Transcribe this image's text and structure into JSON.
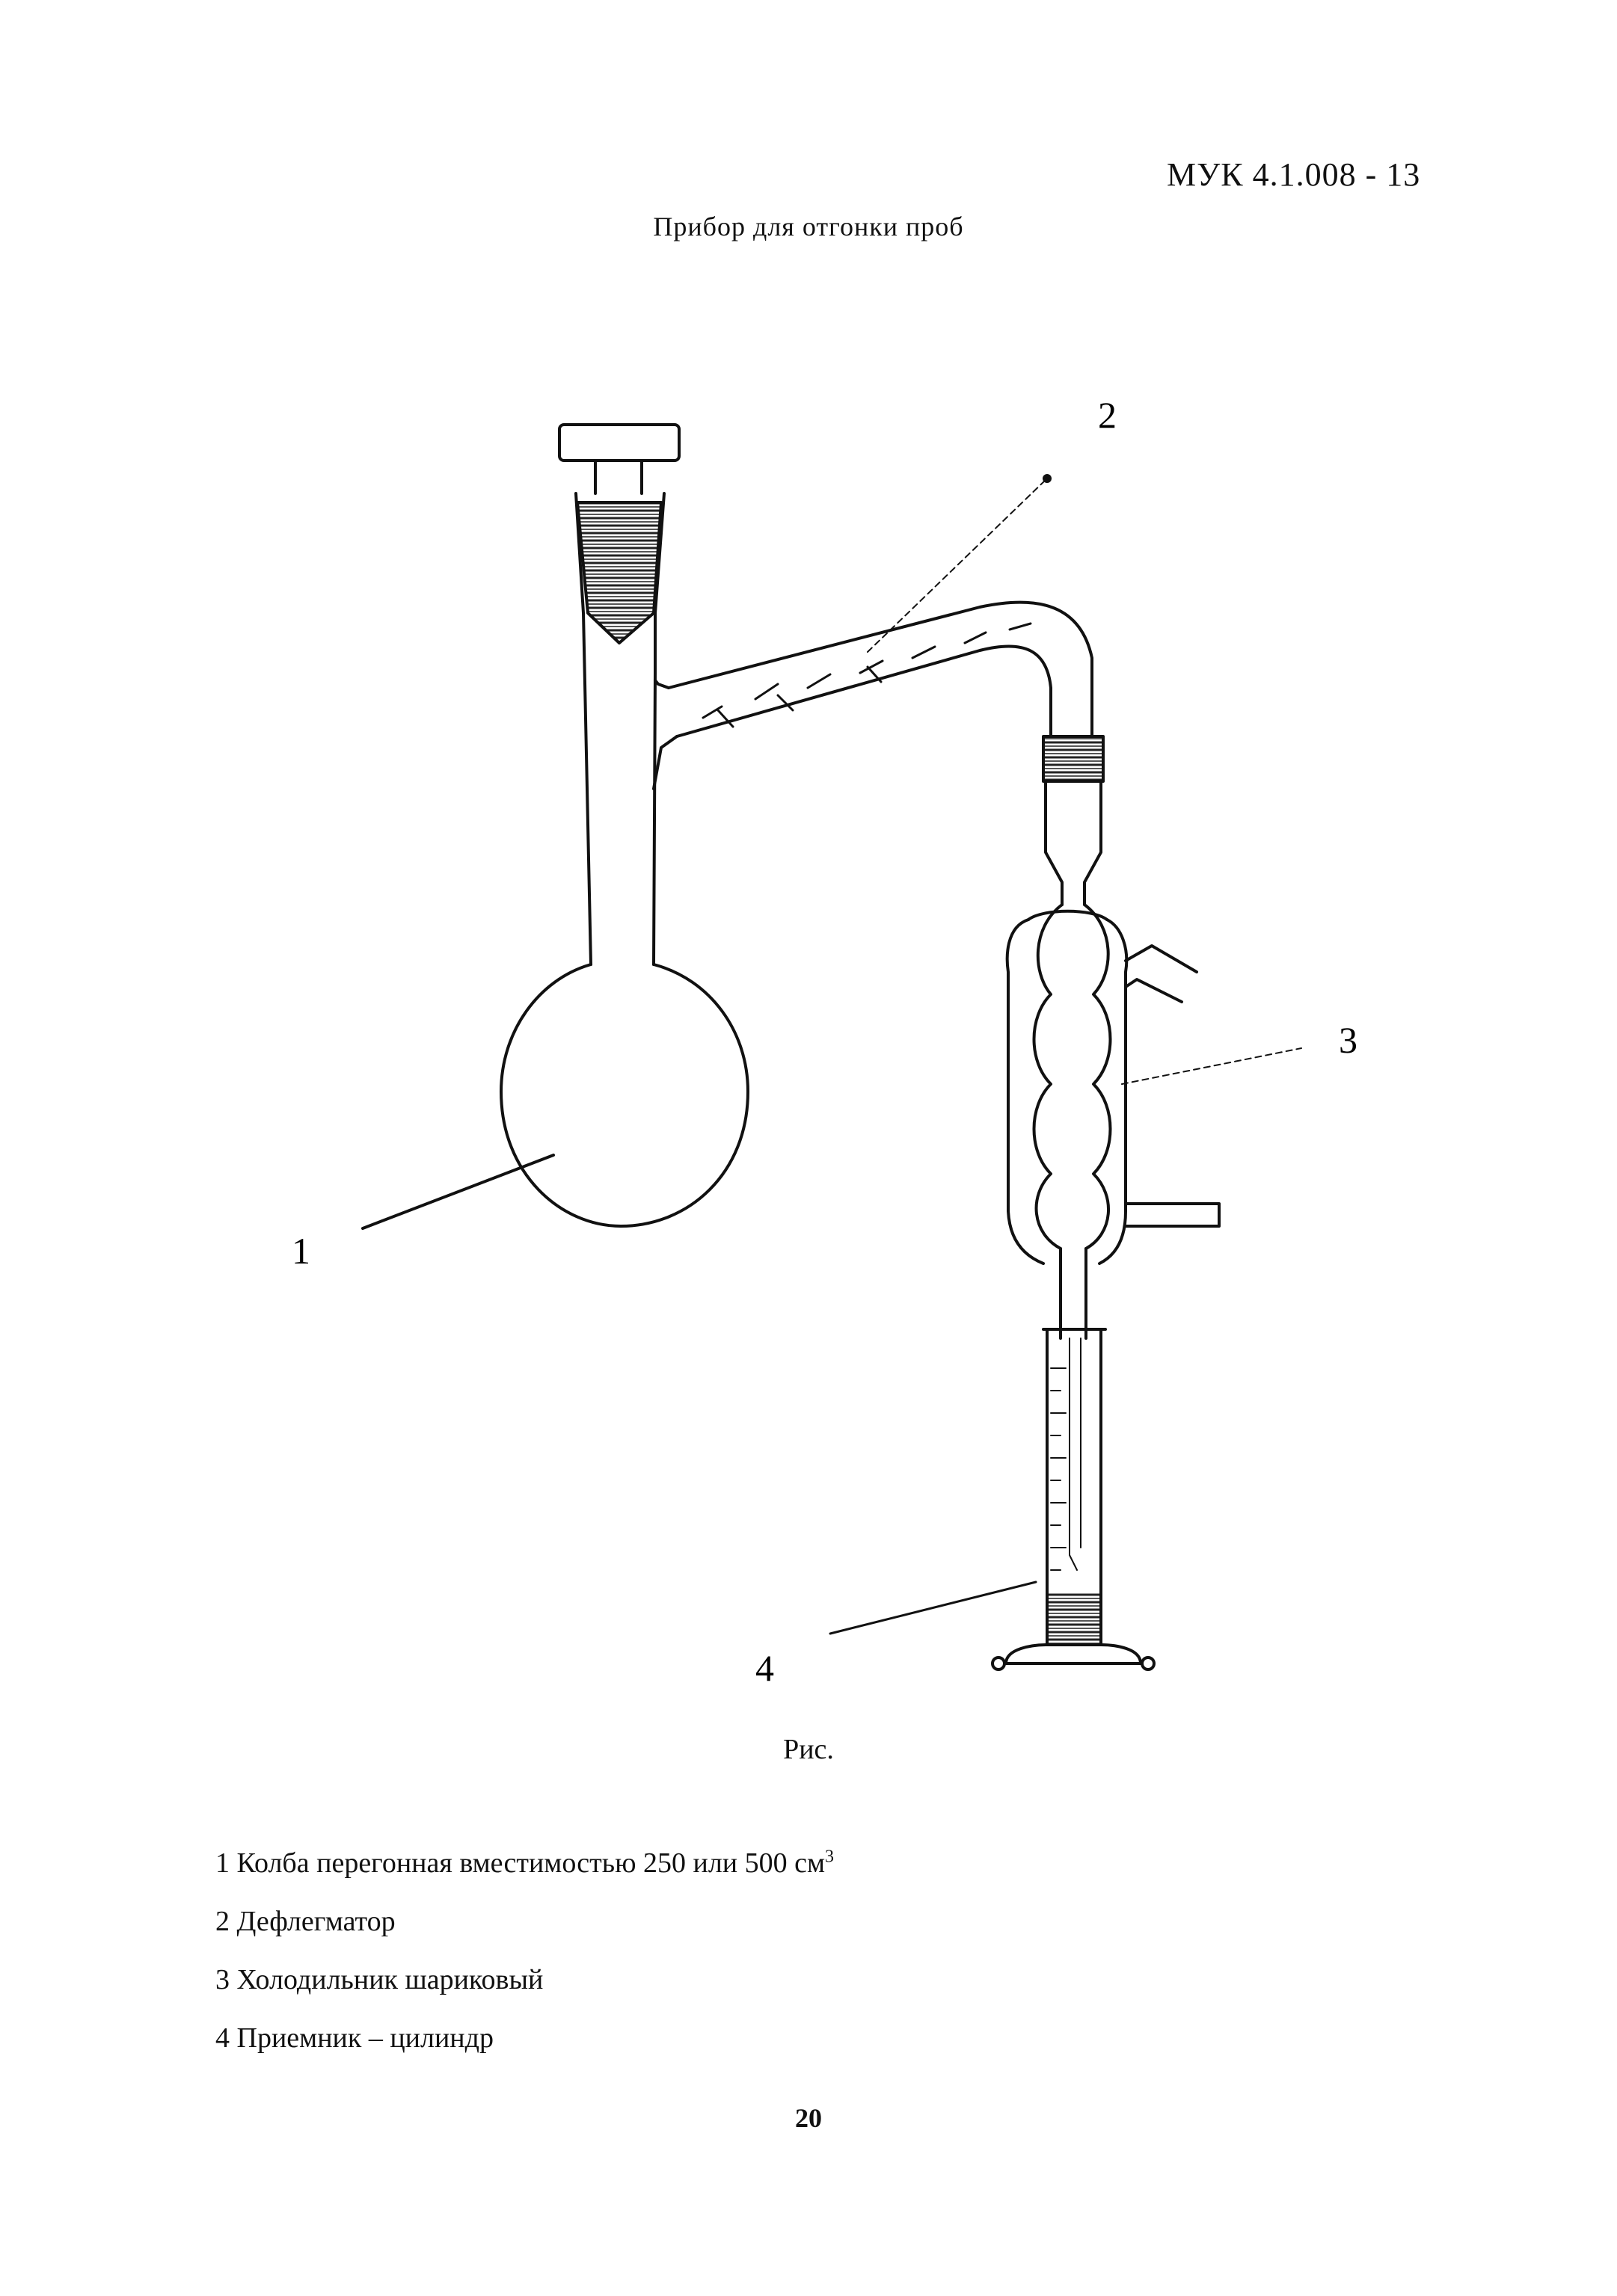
{
  "header": {
    "doc_code": "МУК 4.1.008 - 13"
  },
  "figure": {
    "title": "Прибор для отгонки проб",
    "callouts": [
      "1",
      "2",
      "3",
      "4"
    ],
    "caption": "Рис."
  },
  "legend": [
    {
      "text": "1 Колба перегонная вместимостью 250 или 500 см",
      "sup": "3"
    },
    {
      "text": "2 Дефлегматор",
      "sup": ""
    },
    {
      "text": "3 Холодильник шариковый",
      "sup": ""
    },
    {
      "text": "4 Приемник – цилиндр",
      "sup": ""
    }
  ],
  "footer": {
    "page_number": "20"
  }
}
